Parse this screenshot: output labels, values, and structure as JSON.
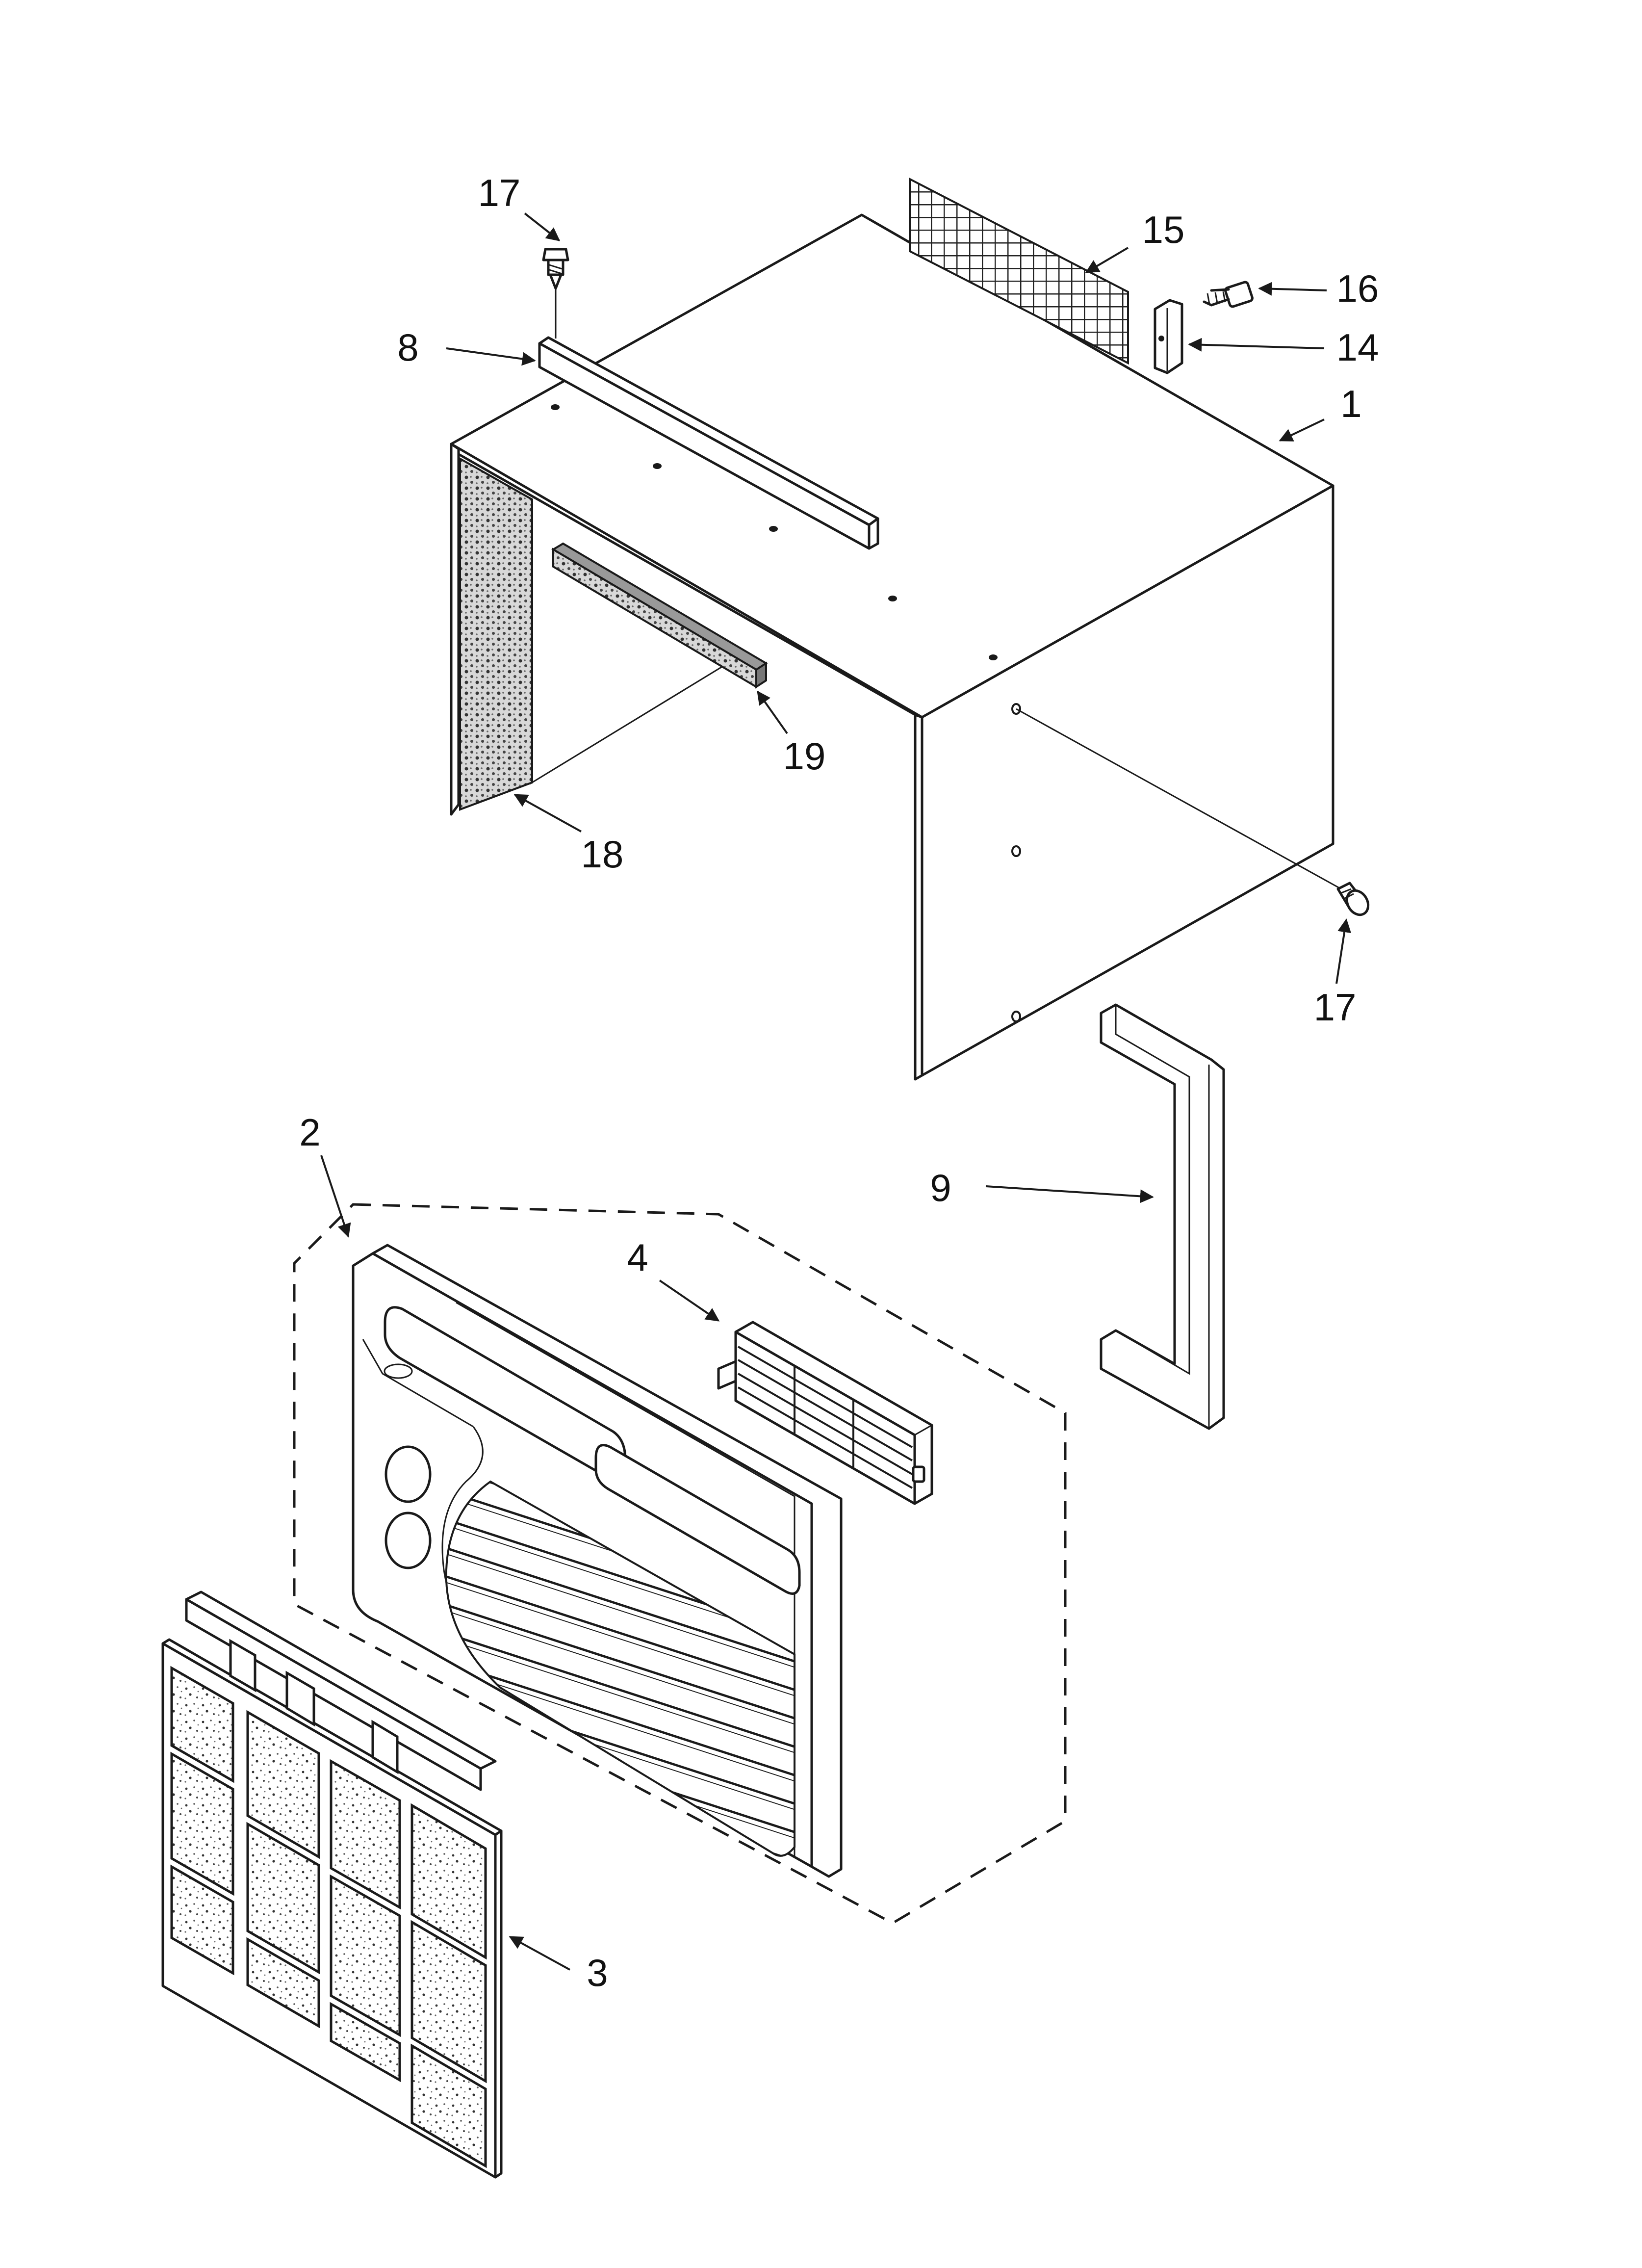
{
  "callouts": {
    "c1": "1",
    "c2": "2",
    "c3": "3",
    "c4": "4",
    "c8": "8",
    "c9": "9",
    "c14": "14",
    "c15": "15",
    "c16": "16",
    "c17_top": "17",
    "c17_right": "17",
    "c18": "18",
    "c19": "19"
  }
}
